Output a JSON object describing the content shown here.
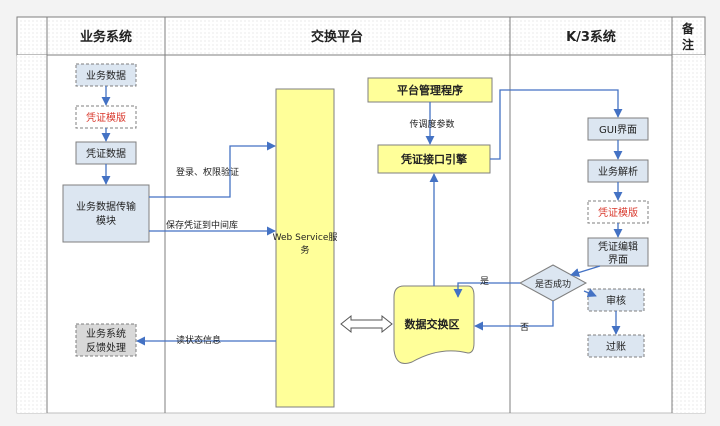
{
  "lanes": {
    "business": "业务系统",
    "exchange": "交换平台",
    "k3": "K/3系统",
    "notes_line1": "备",
    "notes_line2": "注"
  },
  "nodes": {
    "biz_data": "业务数据",
    "voucher_template_left": "凭证模版",
    "voucher_data": "凭证数据",
    "biz_transfer_line1": "业务数据传输",
    "biz_transfer_line2": "模块",
    "feedback_line1": "业务系统",
    "feedback_line2": "反馈处理",
    "webservice_line1": "Web Service服",
    "webservice_line2": "务",
    "platform_mgr": "平台管理程序",
    "voucher_engine": "凭证接口引擎",
    "data_exchange": "数据交换区",
    "gui": "GUI界面",
    "biz_parse": "业务解析",
    "voucher_template_right": "凭证模版",
    "voucher_edit_line1": "凭证编辑",
    "voucher_edit_line2": "界面",
    "success_q": "是否成功",
    "audit": "审核",
    "post": "过账"
  },
  "edges": {
    "login": "登录、权限验证",
    "save_voucher": "保存凭证到中间库",
    "read_status": "读状态信息",
    "pass_params": "传调度参数",
    "yes": "是",
    "no": "否"
  },
  "colors": {
    "box_fill": "#dce6f1",
    "box_border": "#7f7f7f",
    "yellow": "#ffff99",
    "arrow": "#4472c4",
    "red_text": "#d9382c"
  }
}
